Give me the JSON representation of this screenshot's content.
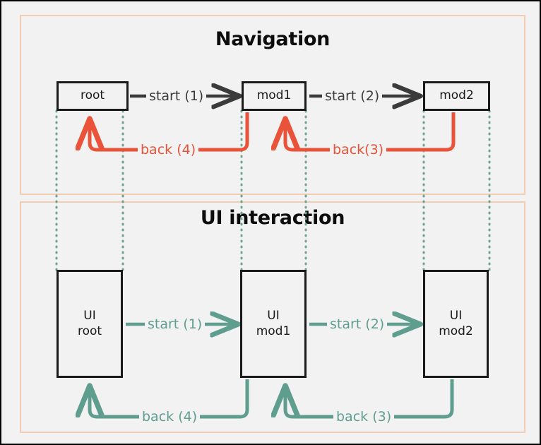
{
  "diagram": {
    "title_navigation": "Navigation",
    "title_ui": "UI interaction",
    "colors": {
      "canvas": "#f2f2f2",
      "panel_border": "#f2cdb4",
      "node_border": "#1a1a1a",
      "arrow_dark": "#3b3b3b",
      "arrow_red": "#e8533a",
      "arrow_teal": "#5f9e8f",
      "guide_dotted": "#6fa292",
      "text": "#1a1a1a"
    }
  },
  "navigation": {
    "nodes": [
      {
        "id": "root",
        "label": "root"
      },
      {
        "id": "mod1",
        "label": "mod1"
      },
      {
        "id": "mod2",
        "label": "mod2"
      }
    ],
    "forward_edges": [
      {
        "label": "start (1)",
        "from": "root",
        "to": "mod1"
      },
      {
        "label": "start (2)",
        "from": "mod1",
        "to": "mod2"
      }
    ],
    "back_edges": [
      {
        "label": "back (4)",
        "from": "mod1",
        "to": "root"
      },
      {
        "label": "back(3)",
        "from": "mod2",
        "to": "mod1"
      }
    ]
  },
  "ui_interaction": {
    "nodes": [
      {
        "id": "ui-root",
        "label": "UI\nroot"
      },
      {
        "id": "ui-mod1",
        "label": "UI\nmod1"
      },
      {
        "id": "ui-mod2",
        "label": "UI\nmod2"
      }
    ],
    "forward_edges": [
      {
        "label": "start (1)",
        "from": "ui-root",
        "to": "ui-mod1"
      },
      {
        "label": "start (2)",
        "from": "ui-mod1",
        "to": "ui-mod2"
      }
    ],
    "back_edges": [
      {
        "label": "back (4)",
        "from": "ui-mod1",
        "to": "ui-root"
      },
      {
        "label": "back (3)",
        "from": "ui-mod2",
        "to": "ui-mod1"
      }
    ]
  }
}
